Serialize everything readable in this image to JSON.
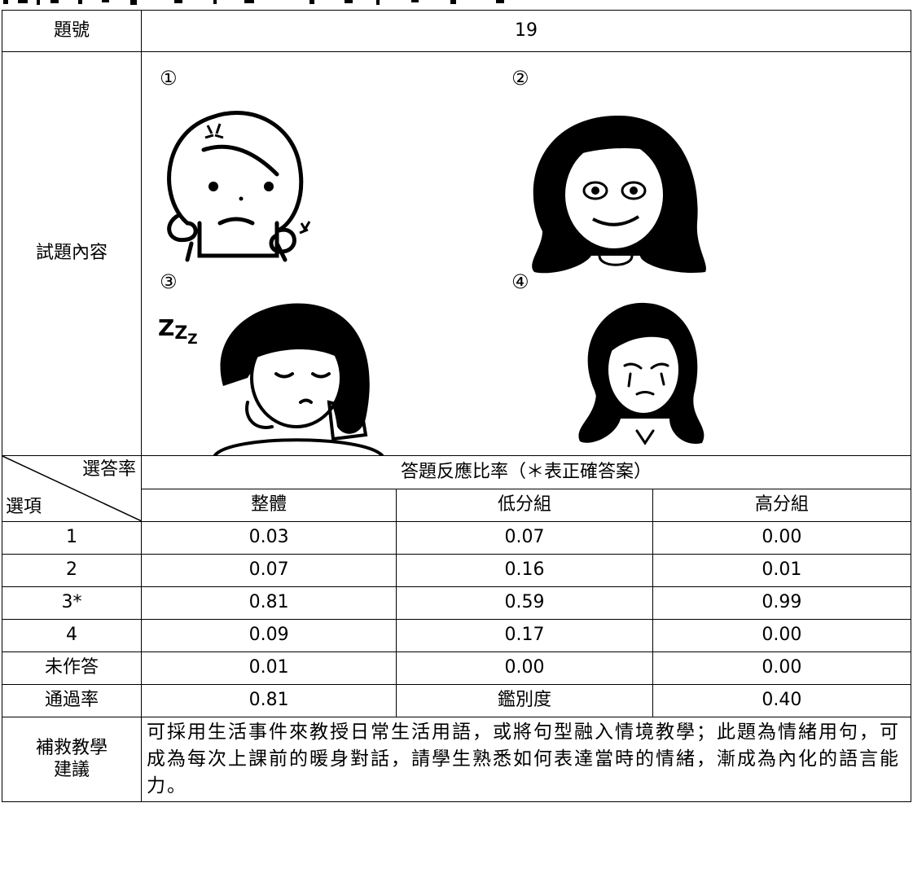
{
  "header": {
    "label": "題號",
    "value": "19"
  },
  "content": {
    "label": "試題內容",
    "options": [
      {
        "marker": "①",
        "icon": "angry-girl-icon"
      },
      {
        "marker": "②",
        "icon": "smiling-woman-icon"
      },
      {
        "marker": "③",
        "icon": "sleepy-girl-icon"
      },
      {
        "marker": "④",
        "icon": "crying-woman-phone-icon"
      }
    ],
    "zzz_text": "Z"
  },
  "responses": {
    "corner_top": "選答率",
    "corner_bottom": "選項",
    "title": "答題反應比率（＊表正確答案）",
    "columns": [
      "整體",
      "低分組",
      "高分組"
    ],
    "rows": [
      {
        "option": "1",
        "values": [
          "0.03",
          "0.07",
          "0.00"
        ]
      },
      {
        "option": "2",
        "values": [
          "0.07",
          "0.16",
          "0.01"
        ]
      },
      {
        "option": "3*",
        "values": [
          "0.81",
          "0.59",
          "0.99"
        ]
      },
      {
        "option": "4",
        "values": [
          "0.09",
          "0.17",
          "0.00"
        ]
      },
      {
        "option": "未作答",
        "values": [
          "0.01",
          "0.00",
          "0.00"
        ]
      }
    ]
  },
  "summary": {
    "pass_label": "通過率",
    "pass_value": "0.81",
    "disc_label": "鑑別度",
    "disc_value": "0.40"
  },
  "remedial": {
    "label_line1": "補救教學",
    "label_line2": "建議",
    "text": "可採用生活事件來教授日常生活用語，或將句型融入情境教學；此題為情緒用句，可成為每次上課前的暖身對話，請學生熟悉如何表達當時的情緒，漸成為內化的語言能力。"
  }
}
